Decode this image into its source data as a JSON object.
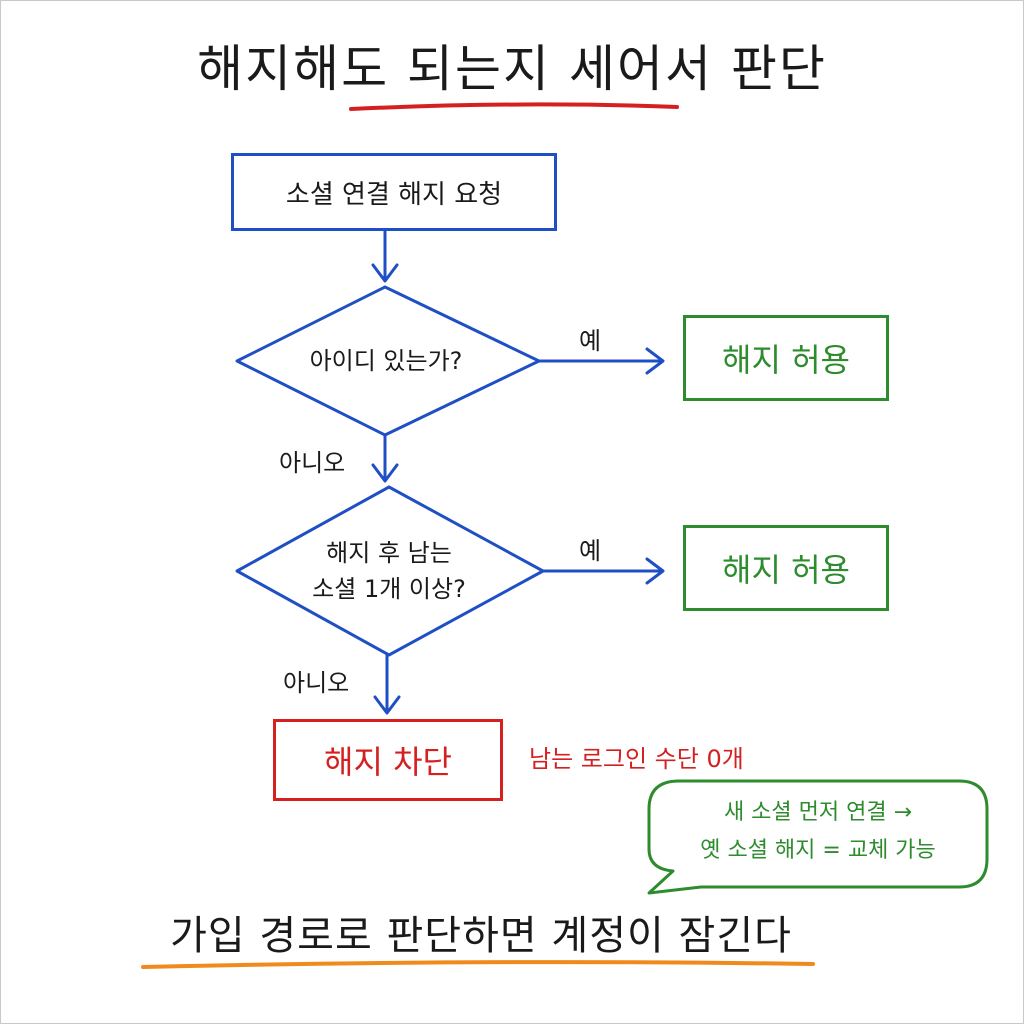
{
  "title": "해지해도 되는지 세어서 판단",
  "start": "소셜 연결 해지 요청",
  "decision1": {
    "text": "아이디 있는가?",
    "yes": "예",
    "no": "아니오",
    "result": "해지 허용"
  },
  "decision2": {
    "line1": "해지 후 남는",
    "line2": "소셜 1개 이상?",
    "yes": "예",
    "no": "아니오",
    "result": "해지 허용"
  },
  "blocked": {
    "label": "해지 차단",
    "note": "남는 로그인 수단 0개"
  },
  "bubble": {
    "line1": "새 소셜 먼저 연결 →",
    "line2": "옛 소셜 해지 = 교체 가능"
  },
  "footer": "가입 경로로 판단하면 계정이 잠긴다",
  "colors": {
    "blue": "#1f4fc4",
    "green": "#2e8b2e",
    "red": "#d42020",
    "orange": "#f08a1c"
  }
}
